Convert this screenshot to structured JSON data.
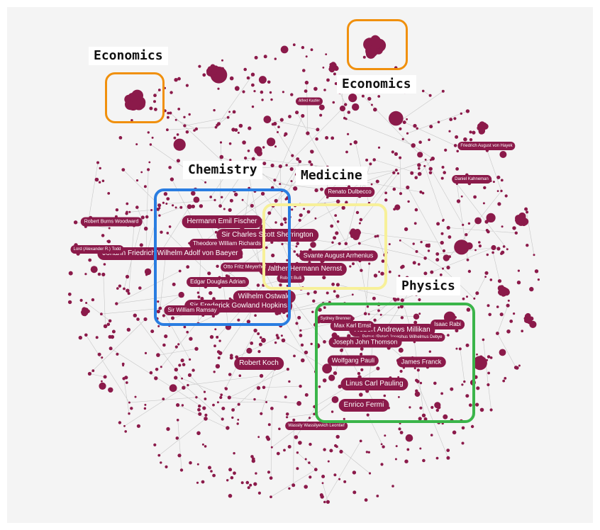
{
  "colors": {
    "node": "#8b1a4a",
    "edge": "#c7c7c7",
    "economics": "#f0900d",
    "chemistry": "#2a7de1",
    "medicine": "#f7f099",
    "physics": "#3bb54a",
    "background": "#f4f4f4"
  },
  "regions": {
    "economics_left": "Economics",
    "economics_right": "Economics",
    "chemistry": "Chemistry",
    "medicine": "Medicine",
    "physics": "Physics"
  },
  "node_labels": {
    "hermann_fischer": "Hermann Emil Fischer",
    "sherrington": "Sir Charles Scott Sherrington",
    "theodore_richards": "Theodore William Richards",
    "baeyer": "Johann Friedrich Wilhelm Adolf von Baeyer",
    "svante": "Svante August Arrhenius",
    "nernst": "Walther Hermann Nernst",
    "otto_fritz": "Otto Fritz Meyerhof",
    "edgar_adrian": "Edgar Douglas Adrian",
    "ostwald": "Wilhelm Ostwald",
    "hopkins": "Sir Frederick Gowland Hopkins",
    "ramsay": "Sir William Ramsay",
    "robert_burns": "Robert Burns Woodward",
    "lord_todd": "Lord (Alexander R.) Todd",
    "renato": "Renato Dulbecco",
    "robert_koch": "Robert Koch",
    "isaac_rabi": "Isaac Rabi",
    "millikan": "Robert Andrews Millikan",
    "max_karl": "Max Karl Ernst",
    "debye": "Petrus (Peter) Josephus Wilhelmus Debye",
    "joseph": "Joseph John Thomson",
    "pauli": "Wolfgang Pauli",
    "franck": "James Franck",
    "pauling": "Linus Carl Pauling",
    "fermi": "Enrico Fermi",
    "hayek": "Friedrich August von Hayek",
    "kahneman": "Daniel Kahneman",
    "robert_bulli": "Robert Bulli",
    "alfred_kastler": "Alfred Kastler",
    "wassily": "Wassily Wassilyevich Leontief",
    "sydney": "Sydney Brenner"
  }
}
